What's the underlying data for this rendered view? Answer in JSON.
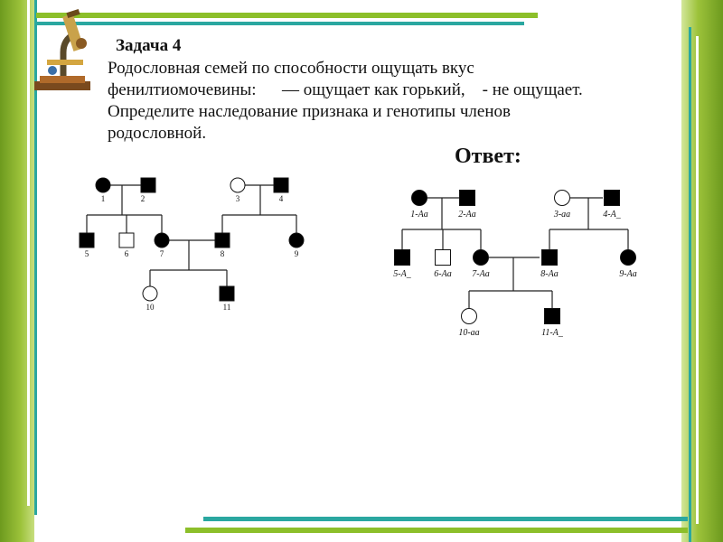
{
  "slide": {
    "title": "Задача 4",
    "text_line1": "Родословная семей по способности ощущать вкус",
    "text_line2": "фенилтиомочевины:      — ощущает как горький,    - не ощущает.",
    "text_line3": "Определите наследование признака и генотипы членов",
    "text_line4": "родословной.",
    "answer_label": "Ответ:"
  },
  "colors": {
    "accent_green": "#8cbf2a",
    "accent_teal": "#2aa7a0",
    "affected": "#000000",
    "unaffected": "#ffffff"
  },
  "icons": {
    "logo": "microscope-icon"
  },
  "pedigree_problem": {
    "members": [
      {
        "id": "1",
        "label": "1",
        "sex": "female",
        "affected": true
      },
      {
        "id": "2",
        "label": "2",
        "sex": "male",
        "affected": true
      },
      {
        "id": "3",
        "label": "3",
        "sex": "female",
        "affected": false
      },
      {
        "id": "4",
        "label": "4",
        "sex": "male",
        "affected": true
      },
      {
        "id": "5",
        "label": "5",
        "sex": "male",
        "affected": true
      },
      {
        "id": "6",
        "label": "6",
        "sex": "male",
        "affected": false
      },
      {
        "id": "7",
        "label": "7",
        "sex": "female",
        "affected": true
      },
      {
        "id": "8",
        "label": "8",
        "sex": "male",
        "affected": true
      },
      {
        "id": "9",
        "label": "9",
        "sex": "female",
        "affected": true
      },
      {
        "id": "10",
        "label": "10",
        "sex": "female",
        "affected": false
      },
      {
        "id": "11",
        "label": "11",
        "sex": "male",
        "affected": true
      }
    ]
  },
  "pedigree_answer": {
    "members": [
      {
        "id": "1",
        "label": "1-Aa",
        "sex": "female",
        "affected": true
      },
      {
        "id": "2",
        "label": "2-Aa",
        "sex": "male",
        "affected": true
      },
      {
        "id": "3",
        "label": "3-aa",
        "sex": "female",
        "affected": false
      },
      {
        "id": "4",
        "label": "4-A_",
        "sex": "male",
        "affected": true
      },
      {
        "id": "5",
        "label": "5-A_",
        "sex": "male",
        "affected": true
      },
      {
        "id": "6",
        "label": "6-Aa",
        "sex": "male",
        "affected": false
      },
      {
        "id": "7",
        "label": "7-Aa",
        "sex": "female",
        "affected": true
      },
      {
        "id": "8",
        "label": "8-Aa",
        "sex": "male",
        "affected": true
      },
      {
        "id": "9",
        "label": "9-Aa",
        "sex": "female",
        "affected": true
      },
      {
        "id": "10",
        "label": "10-aa",
        "sex": "female",
        "affected": false
      },
      {
        "id": "11",
        "label": "11-A_",
        "sex": "male",
        "affected": true
      }
    ]
  }
}
